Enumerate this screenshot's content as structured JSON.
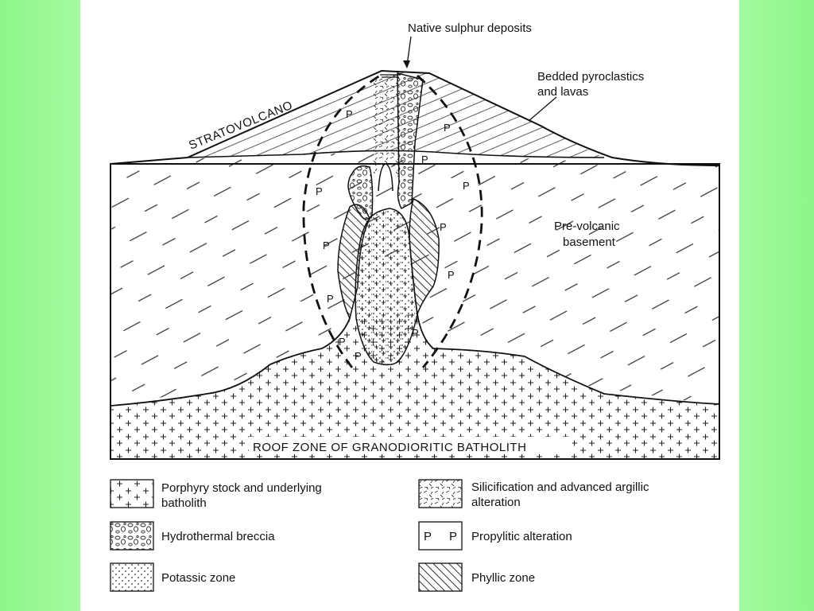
{
  "labels": {
    "native_sulphur": "Native sulphur deposits",
    "bedded_1": "Bedded pyroclastics",
    "bedded_2": "and lavas",
    "stratovolcano": "STRATOVOLCANO",
    "prevolcanic_1": "Pre-volcanic",
    "prevolcanic_2": "basement",
    "roof_zone": "ROOF ZONE OF GRANODIORITIC BATHOLITH",
    "propylitic_mark": "P"
  },
  "legend": {
    "porphyry_1": "Porphyry stock and underlying",
    "porphyry_2": "batholith",
    "breccia": "Hydrothermal breccia",
    "potassic": "Potassic zone",
    "silicification_1": "Silicification and advanced argillic",
    "silicification_2": "alteration",
    "propylitic": "Propylitic alteration",
    "phyllic": "Phyllic zone",
    "propylitic_symbol_left": "P",
    "propylitic_symbol_right": "P"
  },
  "colors": {
    "background": "#a8fca4",
    "slide": "#ffffff",
    "ink": "#111111"
  }
}
